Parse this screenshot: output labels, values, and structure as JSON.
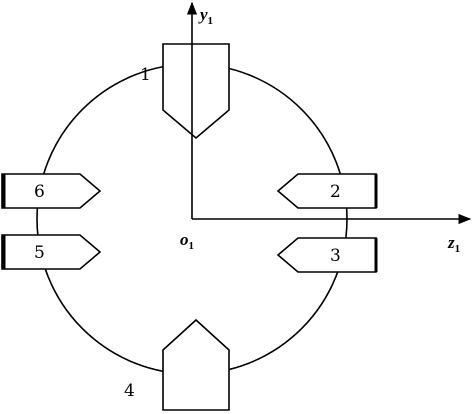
{
  "diagram": {
    "axes": {
      "vertical": {
        "var": "y",
        "sub": "1"
      },
      "horizontal": {
        "var": "z",
        "sub": "1"
      },
      "origin": {
        "var": "o",
        "sub": "1"
      }
    },
    "probes": [
      {
        "id": "top",
        "label": "1"
      },
      {
        "id": "right-upper",
        "label": "2"
      },
      {
        "id": "right-lower",
        "label": "3"
      },
      {
        "id": "bottom",
        "label": "4"
      },
      {
        "id": "left-lower",
        "label": "5"
      },
      {
        "id": "left-upper",
        "label": "6"
      }
    ]
  }
}
